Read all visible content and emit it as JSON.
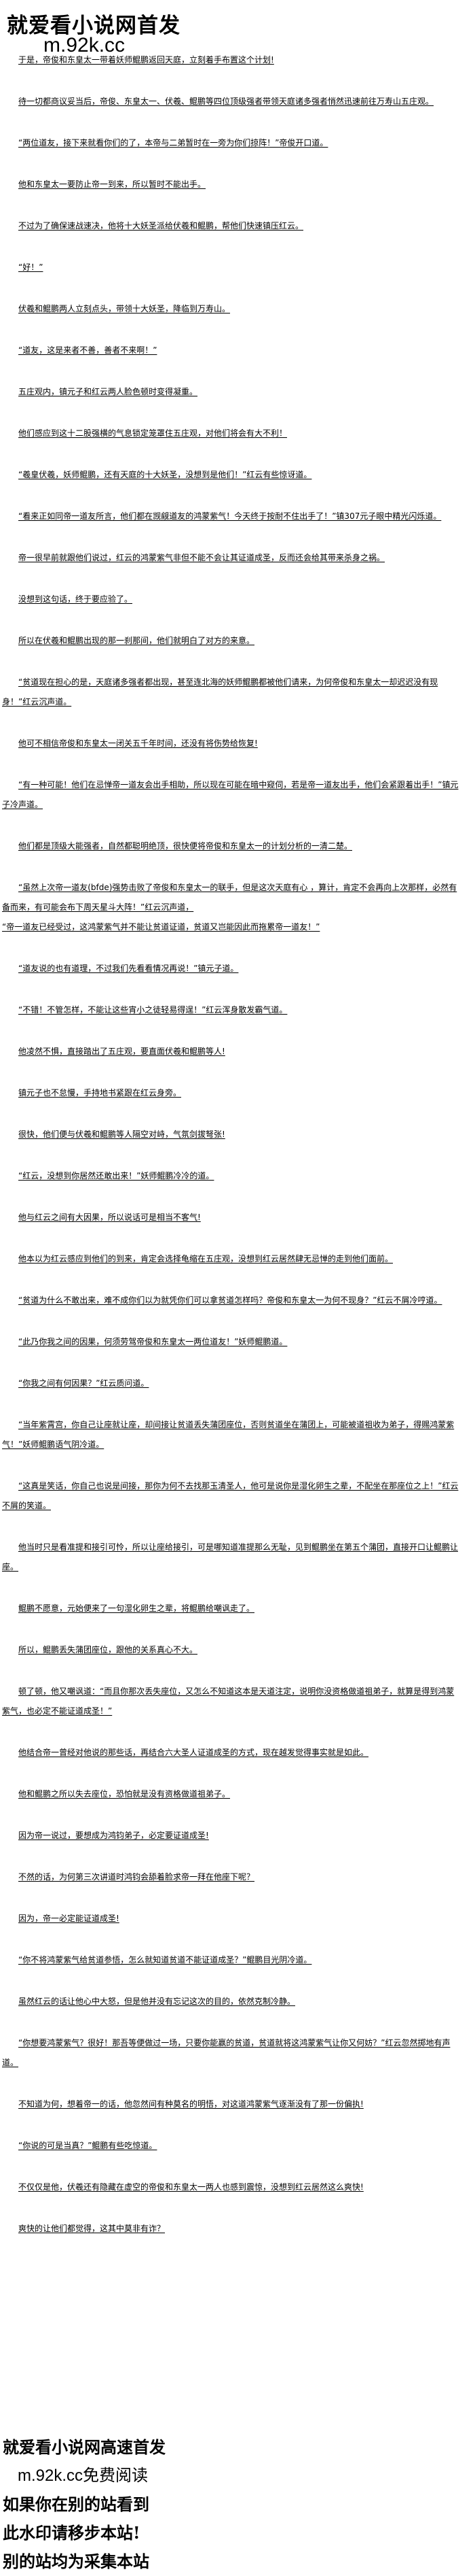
{
  "watermark_top": {
    "title": "就爱看小说网首发",
    "url": "m.92k.cc"
  },
  "paragraphs": [
    {
      "text": "于是，帝俊和东皇太一带着妖师鲲鹏返回天庭，立刻着手布置这个计划!"
    },
    {
      "text": "待一切都商议妥当后，帝俊、东皇太一、伏羲、鲲鹏等四位顶级强者带领天庭诸多强者悄然迅速前往万寿山五庄观。"
    },
    {
      "text": "“两位道友，接下来就看你们的了，本帝与二弟暂时在一旁为你们掠阵！”帝俊开口道。"
    },
    {
      "text": "他和东皇太一要防止帝一到来，所以暂时不能出手。"
    },
    {
      "text": "不过为了确保速战速决，他将十大妖圣派给伏羲和鲲鹏，帮他们快速镇压红云。"
    },
    {
      "text": "“好！”"
    },
    {
      "text": "伏羲和鲲鹏两人立刻点头，带领十大妖圣，降临到万寿山。"
    },
    {
      "text": "“道友，这是来者不善，善者不来啊！”"
    },
    {
      "text": "五庄观内，镇元子和红云两人脸色顿时变得凝重。"
    },
    {
      "text": "他们感应到这十二股强横的气息锁定笼罩住五庄观，对他们将会有大不利！"
    },
    {
      "text": "“羲皇伏羲，妖师鲲鹏，还有天庭的十大妖圣，没想到是他们！”红云有些惊讶道。"
    },
    {
      "text": "“看来正如同帝一道友所言，他们都在觊觎道友的鸿蒙紫气！今天终于按耐不住出手了！”镇307元子眼中精光闪烁道。"
    },
    {
      "text": "帝一很早前就跟他们说过，红云的鸿蒙紫气非但不能不会让其证道成圣，反而还会给其带来杀身之祸。"
    },
    {
      "text": "没想到这句话，终于要应验了。"
    },
    {
      "text": "所以在伏羲和鲲鹏出现的那一刹那间，他们就明白了对方的来意。"
    },
    {
      "text": "“贫道现在担心的是，天庭诸多强者都出现，甚至连北海的妖师鲲鹏都被他们请来，为何帝俊和东皇太一却迟迟没有现身！”红云沉声道。"
    },
    {
      "text": "他可不相信帝俊和东皇太一闭关五千年时间，还没有将伤势给恢复!"
    },
    {
      "text": "“有一种可能！他们在忌惮帝一道友会出手相助，所以现在可能在暗中窥伺，若是帝一道友出手，他们会紧跟着出手！”镇元子冷声道。"
    },
    {
      "text": "他们都是顶级大能强者，自然都聪明绝顶，很快便将帝俊和东皇太一的计划分析的一清二楚。"
    },
    {
      "text": "“虽然上次帝一道友(bfde)强势击败了帝俊和东皇太一的联手，但是这次天庭有心 ，算计，肯定不会再向上次那样，必然有备而来，有可能会布下周天星斗大阵！”红云沉声道，"
    },
    {
      "text": "“帝一道友已经受过，这鸿蒙紫气并不能让贫道证道，贫道又岂能因此而拖累帝一道友！”",
      "continuation": true
    },
    {
      "text": "“道友说的也有道理，不过我们先看看情况再说！”镇元子道。"
    },
    {
      "text": "“不错！不管怎样，不能让这些宵小之徒轻易得逞！”红云浑身散发霸气道。"
    },
    {
      "text": "他凌然不惧，直接踏出了五庄观，要直面伏羲和鲲鹏等人!"
    },
    {
      "text": "镇元子也不怠慢，手持地书紧跟在红云身旁。"
    },
    {
      "text": "很快，他们便与伏羲和鲲鹏等人隔空对峙，气氛剑拔弩张!"
    },
    {
      "text": "“红云，没想到你居然还敢出来！”妖师鲲鹏冷冷的道。"
    },
    {
      "text": "他与红云之间有大因果，所以说话可是相当不客气!"
    },
    {
      "text": "他本以为红云感应到他们的到来，肯定会选择龟缩在五庄观，没想到红云居然肆无忌惮的走到他们面前。"
    },
    {
      "text": "“贫道为什么不敢出来，难不成你们以为就凭你们可以拿贫道怎样吗？帝俊和东皇太一为何不现身？”红云不屑冷哼道。"
    },
    {
      "text": "“此乃你我之间的因果，何须劳驾帝俊和东皇太一两位道友！”妖师鲲鹏道。"
    },
    {
      "text": "“你我之间有何因果？”红云质问道。"
    },
    {
      "text": "“当年紫霄宫，你自己让座就让座，却间接让贫道丢失蒲团座位，否则贫道坐在蒲团上，可能被道祖收为弟子，得赐鸿蒙紫气！”妖师鲲鹏语气阴冷道。"
    },
    {
      "text": "“这真是笑话，你自己也说是间接，那你为何不去找那玉清圣人，他可是说你是湿化卵生之辈，不配坐在那座位之上！”红云不屑的笑道。"
    },
    {
      "text": "他当时只是看准提和接引可怜，所以让座给接引，可是哪知道准提那么无耻，见到鲲鹏坐在第五个蒲团，直接开口让鲲鹏让座。"
    },
    {
      "text": "鲲鹏不愿意，元始便来了一句湿化卵生之辈，将鲲鹏给嘲讽走了。"
    },
    {
      "text": "所以，鲲鹏丢失蒲团座位，跟他的关系真心不大。"
    },
    {
      "text": "顿了顿，他又嘲讽道：“而且你那次丢失座位，又怎么不知道这本是天道注定，说明你没资格做道祖弟子，就算是得到鸿蒙紫气，也必定不能证道成圣！”"
    },
    {
      "text": "他结合帝一曾经对他说的那些话，再结合六大圣人证道成圣的方式，现在越发觉得事实就是如此。"
    },
    {
      "text": "他和鲲鹏之所以失去座位，恐怕就是没有资格做道祖弟子。"
    },
    {
      "text": "因为帝一说过，要想成为鸿钧弟子，必定要证道成圣!"
    },
    {
      "text": "不然的话，为何第三次讲道时鸿钧会舔着脸求帝一拜在他座下呢？"
    },
    {
      "text": "因为，帝一必定能证道成圣!"
    },
    {
      "text": "“你不将鸿蒙紫气给贫道参悟，怎么就知道贫道不能证道成圣？”鲲鹏目光阴冷道。"
    },
    {
      "text": "虽然红云的话让他心中大怒，但是他并没有忘记这次的目的，依然克制冷静。"
    },
    {
      "text": "“你想要鸿蒙紫气？很好！那吾等便做过一场，只要你能赢的贫道，贫道就将这鸿蒙紫气让你又何妨？”红云忽然掷地有声道。"
    },
    {
      "text": "不知道为何，想着帝一的话，他忽然间有种莫名的明悟，对这道鸿蒙紫气逐渐没有了那一份偏执!"
    },
    {
      "text": "“你说的可是当真？”鲲鹏有些吃惊道。"
    },
    {
      "text": "不仅仅是他，伏羲还有隐藏在虚空的帝俊和东皇太一两人也感到震惊，没想到红云居然这么爽快!"
    },
    {
      "text": "爽快的让他们都觉得，这其中莫非有诈？"
    }
  ],
  "watermark_bottom": {
    "line1": "就爱看小说网高速首发",
    "line2": "m.92k.cc免费阅读",
    "line3": "如果你在别的站看到",
    "line4": "此水印请移步本站!",
    "line5": "别的站均为采集本站"
  }
}
